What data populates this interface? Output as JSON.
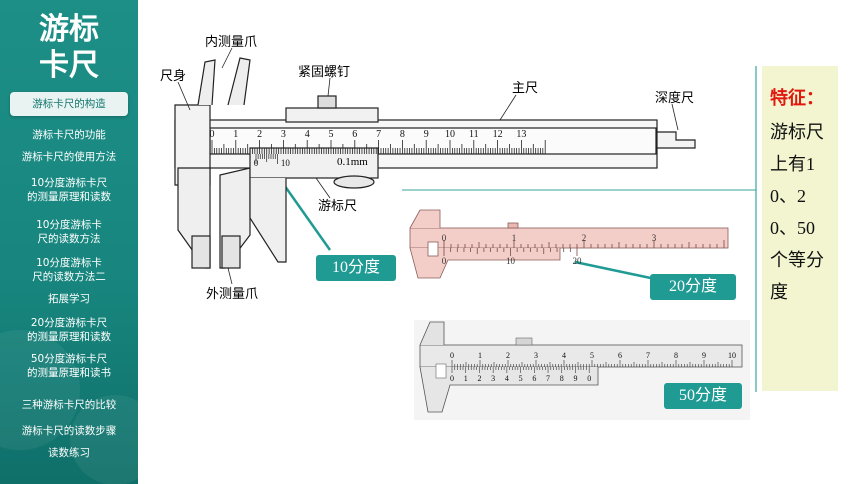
{
  "sidebar": {
    "title_line1": "游标",
    "title_line2": "卡尺",
    "items": [
      {
        "label": "游标卡尺的构造"
      },
      {
        "label": "游标卡尺的功能"
      },
      {
        "label": "游标卡尺的使用方法"
      },
      {
        "line1": "10分度游标卡尺",
        "line2": "的测量原理和读数"
      },
      {
        "line1": "10分度游标卡",
        "line2": "尺的读数方法"
      },
      {
        "line1": "10分度游标卡",
        "line2": "尺的读数方法二"
      },
      {
        "label": "拓展学习"
      },
      {
        "line1": "20分度游标卡尺",
        "line2": "的测量原理和读数"
      },
      {
        "line1": "50分度游标卡尺",
        "line2": "的测量原理和读书"
      },
      {
        "label": "三种游标卡尺的比较"
      },
      {
        "label": "游标卡尺的读数步骤"
      },
      {
        "label": "读数练习"
      }
    ],
    "colors": {
      "bg": "#1a8a82",
      "active_bg": "#e9f4f2"
    }
  },
  "diagram": {
    "labels": {
      "inner_jaw": "内测量爪",
      "body": "尺身",
      "screw": "紧固螺钉",
      "main_scale": "主尺",
      "depth_rod": "深度尺",
      "vernier": "游标尺",
      "outer_jaw": "外测量爪",
      "precision": "0.1mm"
    },
    "main_ticks": [
      "0",
      "1",
      "2",
      "3",
      "4",
      "5",
      "6",
      "7",
      "8",
      "9",
      "10",
      "11",
      "12",
      "13"
    ],
    "vernier_ticks": [
      "0",
      "10"
    ],
    "pink_main_ticks": [
      "0",
      "1",
      "2",
      "3"
    ],
    "pink_vernier_ticks": [
      "0",
      "10",
      "20"
    ],
    "gray_main_ticks": [
      "0",
      "1",
      "2",
      "3",
      "4",
      "5",
      "6",
      "7",
      "8",
      "9",
      "10"
    ],
    "gray_vernier_ticks": [
      "0",
      "1",
      "2",
      "3",
      "4",
      "5",
      "6",
      "7",
      "8",
      "9",
      "0"
    ]
  },
  "callouts": {
    "ten": "10分度",
    "twenty": "20分度",
    "fifty": "50分度"
  },
  "feature": {
    "title": "特征：",
    "body": "游标尺上有10、20、50个等分度"
  },
  "colors": {
    "accent": "#1f9b93",
    "feature_title": "#e2180f",
    "feature_bg": "#f2f5cf",
    "pink": "#f2c9c4"
  }
}
